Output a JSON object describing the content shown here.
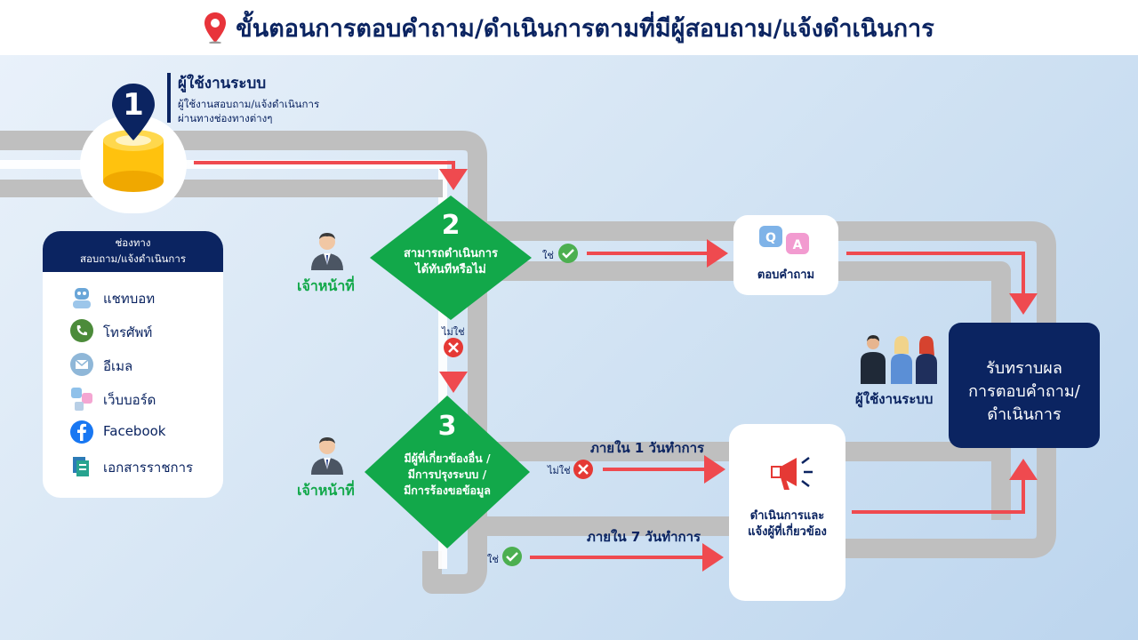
{
  "header": {
    "title": "ขั้นตอนการตอบคำถาม/ดำเนินการตามที่มีผู้สอบถาม/แจ้งดำเนินการ",
    "pin_color": "#e8343b"
  },
  "step1": {
    "number": "1",
    "title": "ผู้ใช้งานระบบ",
    "desc_line1": "ผู้ใช้งานสอบถาม/แจ้งดำเนินการ",
    "desc_line2": "ผ่านทางช่องทางต่างๆ"
  },
  "channels": {
    "title_line1": "ช่องทาง",
    "title_line2": "สอบถาม/แจ้งดำเนินการ",
    "items": [
      {
        "label": "แชทบอท",
        "icon": "chatbot-icon"
      },
      {
        "label": "โทรศัพท์",
        "icon": "phone-icon"
      },
      {
        "label": "อีเมล",
        "icon": "email-icon"
      },
      {
        "label": "เว็บบอร์ด",
        "icon": "webboard-icon"
      },
      {
        "label": "Facebook",
        "icon": "facebook-icon"
      },
      {
        "label": "เอกสารราชการ",
        "icon": "document-icon"
      }
    ]
  },
  "step2": {
    "number": "2",
    "line1": "สามารถดำเนินการ",
    "line2": "ได้ทันทีหรือไม่"
  },
  "step3": {
    "number": "3",
    "line1": "มีผู้ที่เกี่ยวข้องอื่น /",
    "line2": "มีการปรุงระบบ /",
    "line3": "มีการร้องขอข้อมูล"
  },
  "officer_label": "เจ้าหน้าที่",
  "yes_label": "ใช่",
  "no_label": "ไม่ใช่",
  "answer_box": {
    "label": "ตอบคำถาม"
  },
  "action_box": {
    "line1": "ดำเนินการและ",
    "line2": "แจ้งผู้ที่เกี่ยวข้อง"
  },
  "within_1": "ภายใน 1 วันทำการ",
  "within_7": "ภายใน 7 วันทำการ",
  "result_box": {
    "line1": "รับทราบผล",
    "line2": "การตอบคำถาม/",
    "line3": "ดำเนินการ"
  },
  "users_label": "ผู้ใช้งานระบบ",
  "colors": {
    "navy": "#0b2461",
    "green": "#12a84a",
    "red": "#ef4a4f",
    "track": "#bfbfbf"
  }
}
